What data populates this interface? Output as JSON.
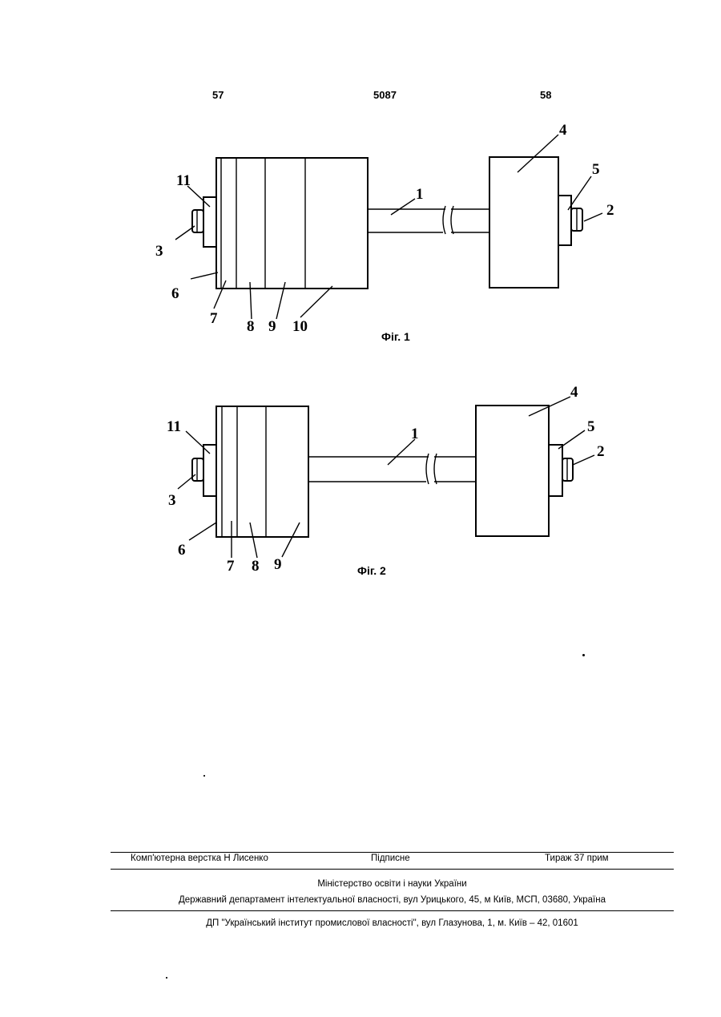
{
  "header": {
    "left_page": "57",
    "patent_number": "5087",
    "right_page": "58"
  },
  "figures": [
    {
      "caption": "Фіг. 1",
      "labels": [
        "1",
        "2",
        "3",
        "4",
        "5",
        "6",
        "7",
        "8",
        "9",
        "10",
        "11"
      ]
    },
    {
      "caption": "Фіг. 2",
      "labels": [
        "1",
        "2",
        "3",
        "4",
        "5",
        "6",
        "7",
        "8",
        "9",
        "11"
      ]
    }
  ],
  "footer": {
    "layout_by": "Комп'ютерна верстка Н  Лисенко",
    "signed": "Підписне",
    "print_run": "Тираж 37 прим",
    "ministry": "Міністерство освіти і науки України",
    "department": "Державний департамент інтелектуальної власності, вул  Урицького, 45, м  Київ, МСП, 03680, Україна",
    "institute": "ДП \"Український інститут промислової власності\", вул  Глазунова, 1, м. Київ – 42, 01601"
  }
}
